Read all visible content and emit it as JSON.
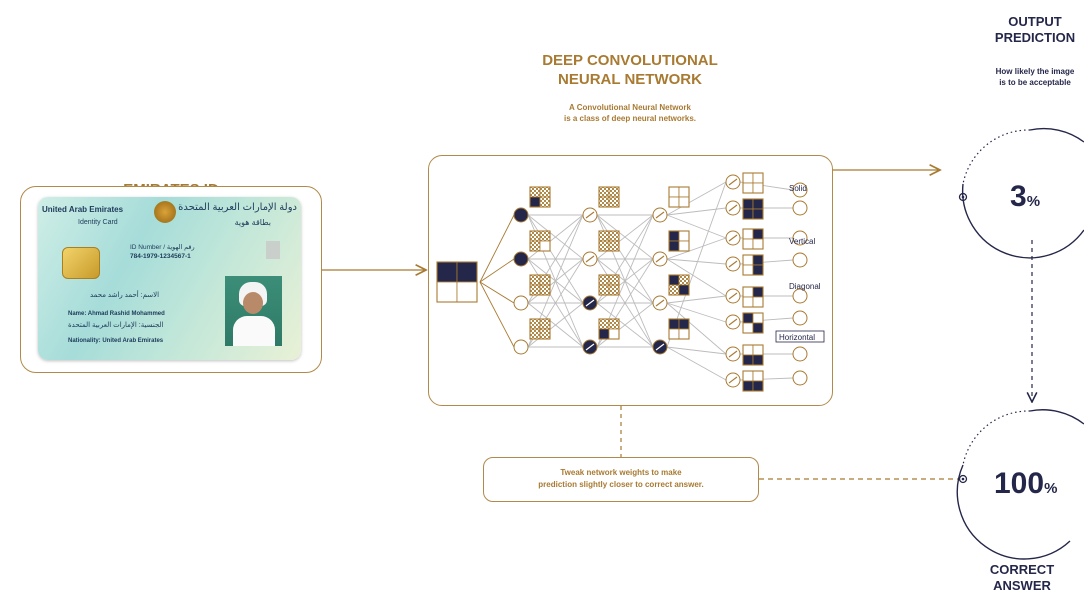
{
  "emirates_id": {
    "heading": "EMIRATES ID",
    "card": {
      "country_en": "United Arab Emirates",
      "country_ar": "دولة الإمارات العربية المتحدة",
      "type_en": "Identity Card",
      "type_ar": "بطاقة هوية",
      "id_label": "ID Number / رقم الهوية",
      "id_number": "784-1979-1234567-1",
      "name_ar": "الاسم: أحمد راشد محمد",
      "name_en": "Name: Ahmad Rashid Mohammed",
      "nationality_ar": "الجنسية: الإمارات العربية المتحدة",
      "nationality_en": "Nationality: United Arab Emirates"
    }
  },
  "network": {
    "title_line1": "DEEP CONVOLUTIONAL",
    "title_line2": "NEURAL NETWORK",
    "subtitle_line1": "A Convolutional Neural Network",
    "subtitle_line2": "is a class of deep neural networks.",
    "labels": [
      "Solid",
      "Vertical",
      "Diagonal",
      "Horizontal"
    ]
  },
  "output": {
    "title_line1": "OUTPUT",
    "title_line2": "PREDICTION",
    "desc_line1": "How likely the image",
    "desc_line2": "is to be acceptable",
    "value": "3",
    "unit": "%"
  },
  "feedback": {
    "line1": "Tweak network weights to make",
    "line2": "prediction slightly closer to correct answer."
  },
  "correct": {
    "value": "100",
    "unit": "%",
    "label_line1": "CORRECT",
    "label_line2": "ANSWER"
  },
  "colors": {
    "gold": "#a87a32",
    "navy": "#25274a",
    "card_teal": "#9fd6d2"
  }
}
